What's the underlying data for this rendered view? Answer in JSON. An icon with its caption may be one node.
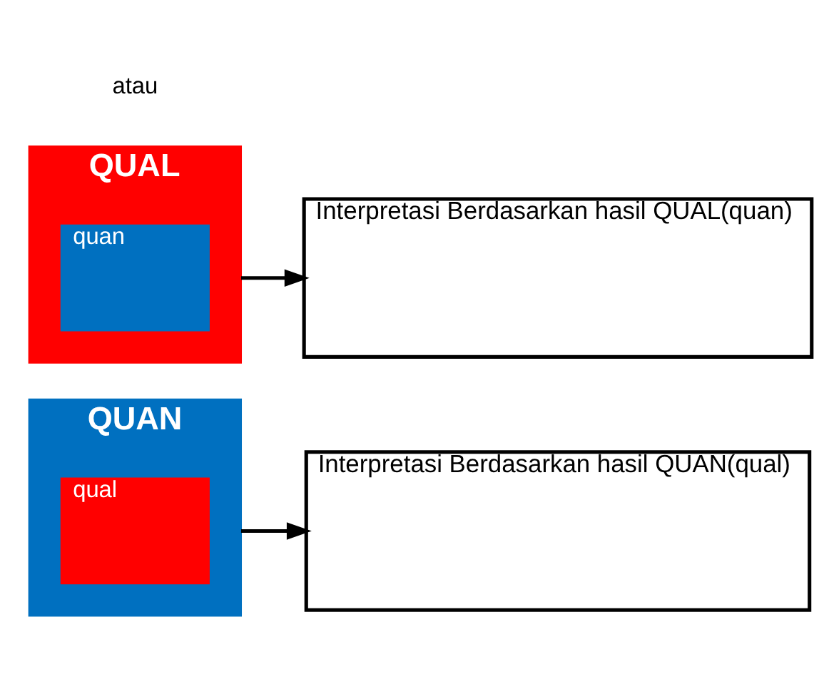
{
  "diagram": {
    "nodes": [
      {
        "text": [
          "QUAN"
        ]
      },
      {
        "text": [
          "qual"
        ],
        "in": 0
      },
      {
        "text": [
          "Interpretasi Berdasarkan hasil QUAN(qual)"
        ]
      },
      {
        "text": [
          "QUAL"
        ]
      },
      {
        "text": [
          "quan"
        ],
        "in": 3
      },
      {
        "text": [
          "Interpretasi Berdasarkan hasil QUAL(quan)"
        ]
      }
    ],
    "edges": [
      {
        "from": 0,
        "to": 2,
        "arrow": "to"
      },
      {
        "from": 3,
        "to": 5,
        "arrow": "to"
      }
    ],
    "labels": [
      "atau"
    ]
  }
}
